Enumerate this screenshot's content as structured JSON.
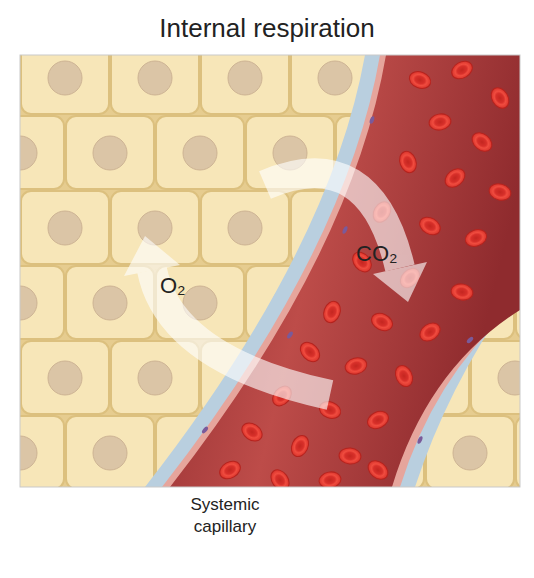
{
  "diagram": {
    "title": "Internal respiration",
    "labels": [
      "O₂",
      "CO₂",
      "Systemic capillary"
    ]
  }
}
